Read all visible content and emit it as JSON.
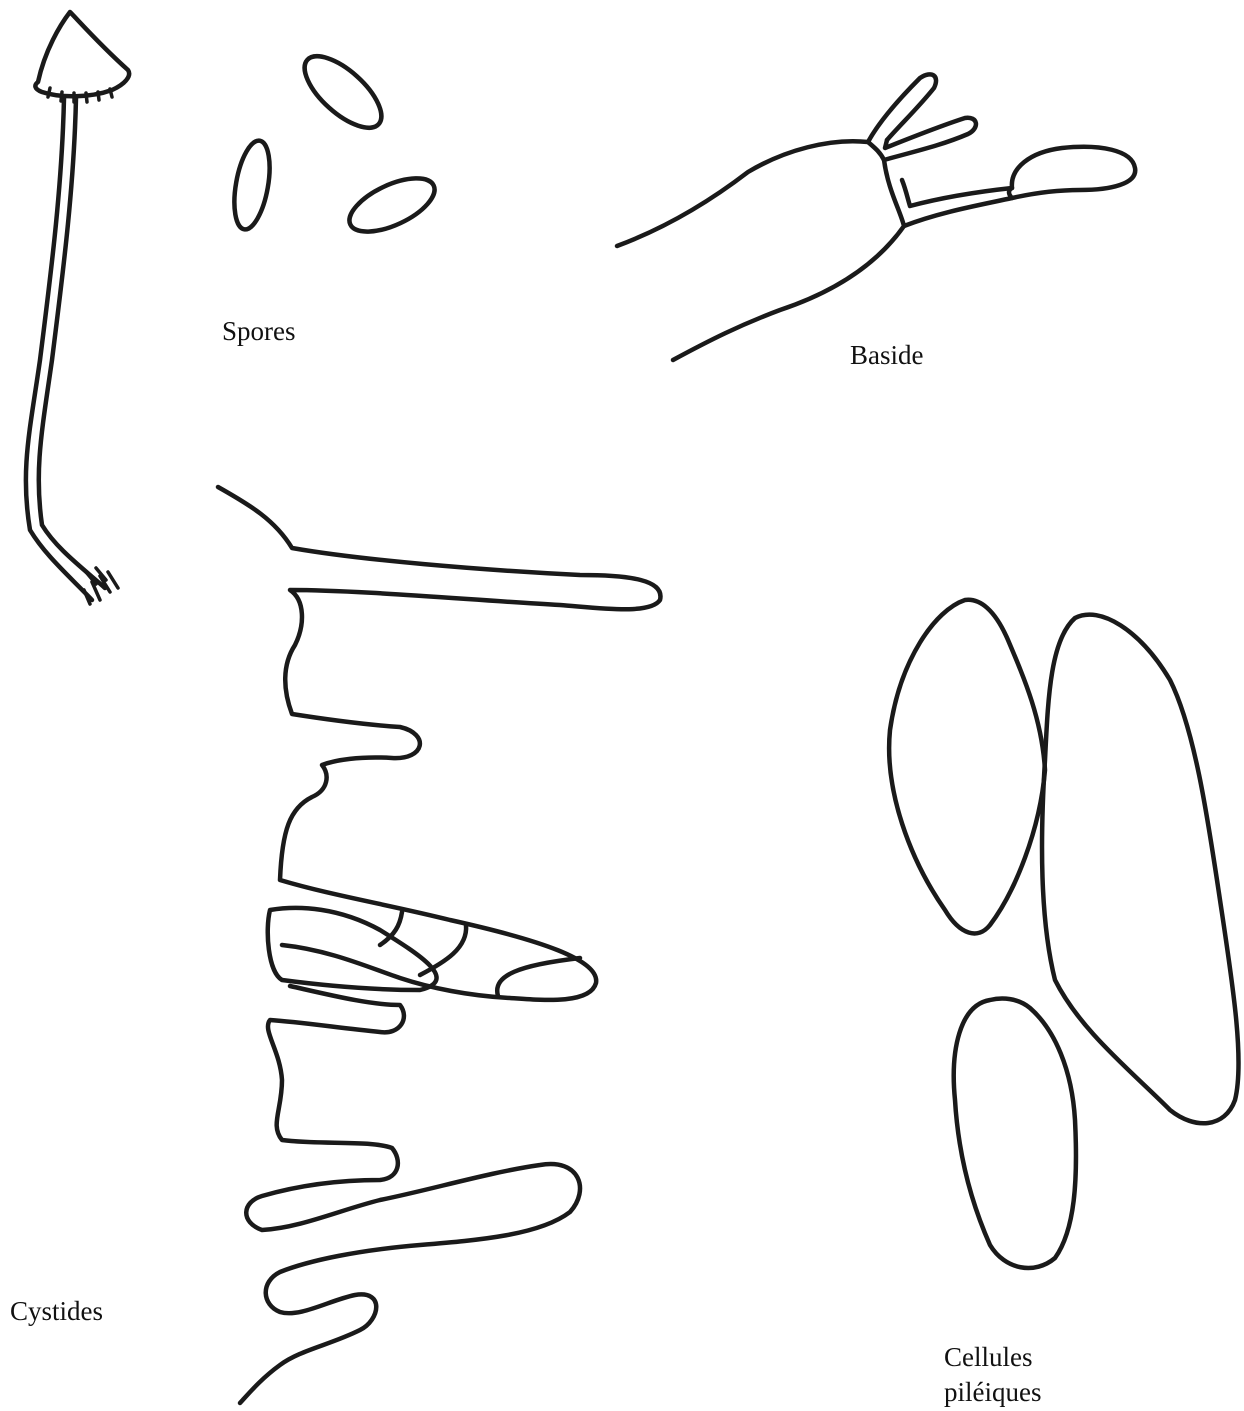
{
  "labels": {
    "spores": "Spores",
    "baside": "Baside",
    "cystides": "Cystides",
    "cellules_line1": "Cellules",
    "cellules_line2": "piléiques"
  }
}
